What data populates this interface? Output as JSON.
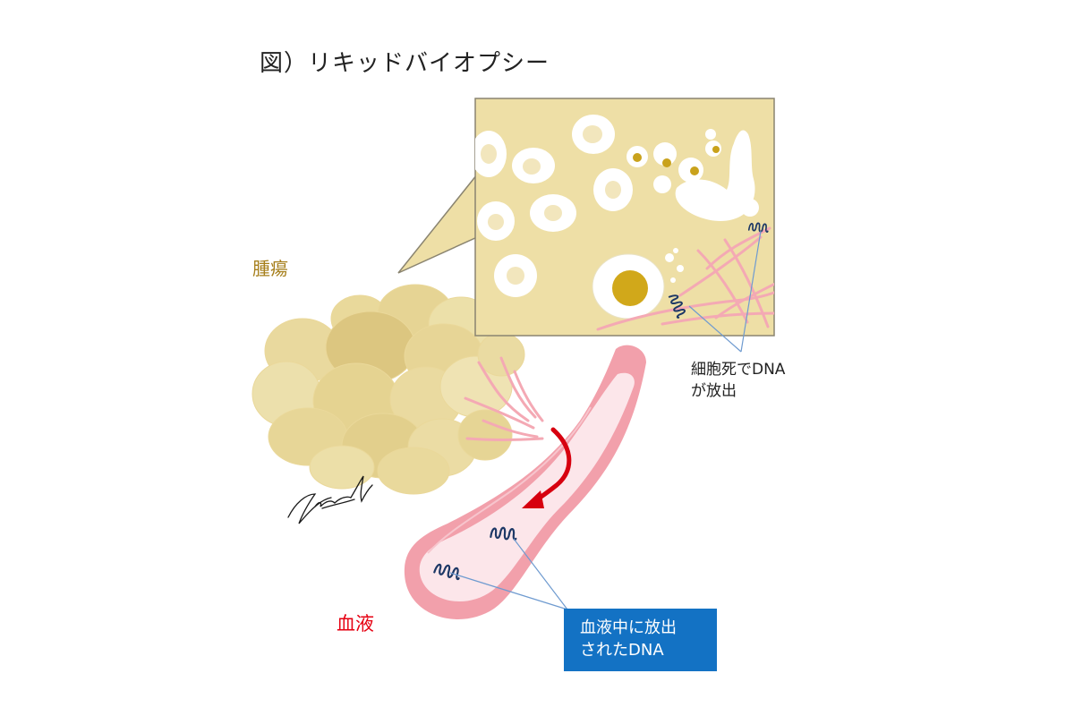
{
  "figure_title": "図）リキッドバイオプシー",
  "labels": {
    "tumor": "腫瘍",
    "blood": "血液",
    "dna_release_line1": "細胞死でDNA",
    "dna_release_line2": "が放出",
    "blood_dna_line1": "血液中に放出",
    "blood_dna_line2": "されたDNA"
  },
  "colors": {
    "tumor_label": "#a67f1c",
    "blood_label": "#e60012",
    "callout_box": "#1372c4",
    "tissue_bg": "#eedfa6",
    "tumor_cells": "#e8d89a",
    "vessel_wall": "#f2a0ab",
    "vessel_lumen": "#fce6ea",
    "flow_arrow": "#d7000f",
    "dna_strand": "#1d3866",
    "leader_line": "#6f9bd0",
    "nucleus_gold": "#d1a81a"
  },
  "icons": {
    "dna_strand": "dna-coil-icon",
    "flow_arrow": "curved-arrow-icon"
  }
}
